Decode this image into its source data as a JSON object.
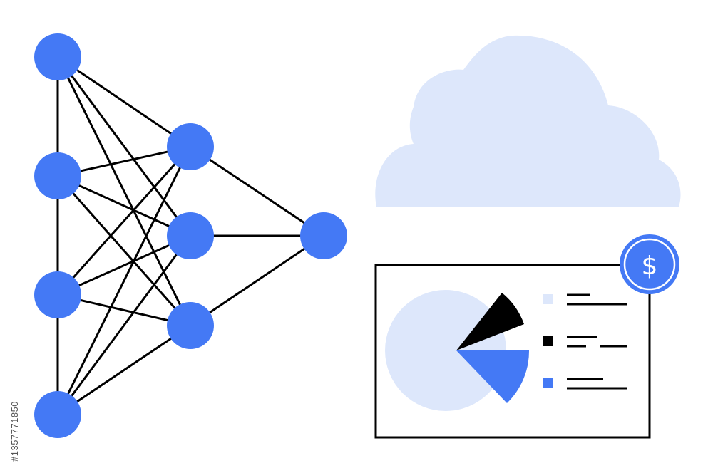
{
  "colors": {
    "accent": "#4479f5",
    "cloud": "#dde7fb",
    "pie_light": "#dde7fb",
    "ink": "#000000",
    "background": "#ffffff"
  },
  "network": {
    "layers": [
      4,
      3,
      1
    ],
    "connectivity": "fully-connected"
  },
  "badge": {
    "icon": "dollar-icon",
    "symbol": "$"
  },
  "report": {
    "legend": [
      {
        "color": "#dde7fb",
        "name": "legend-swatch-light"
      },
      {
        "color": "#000000",
        "name": "legend-swatch-black"
      },
      {
        "color": "#4479f5",
        "name": "legend-swatch-blue"
      }
    ]
  },
  "watermark": {
    "stock_id": "#1357771850"
  }
}
